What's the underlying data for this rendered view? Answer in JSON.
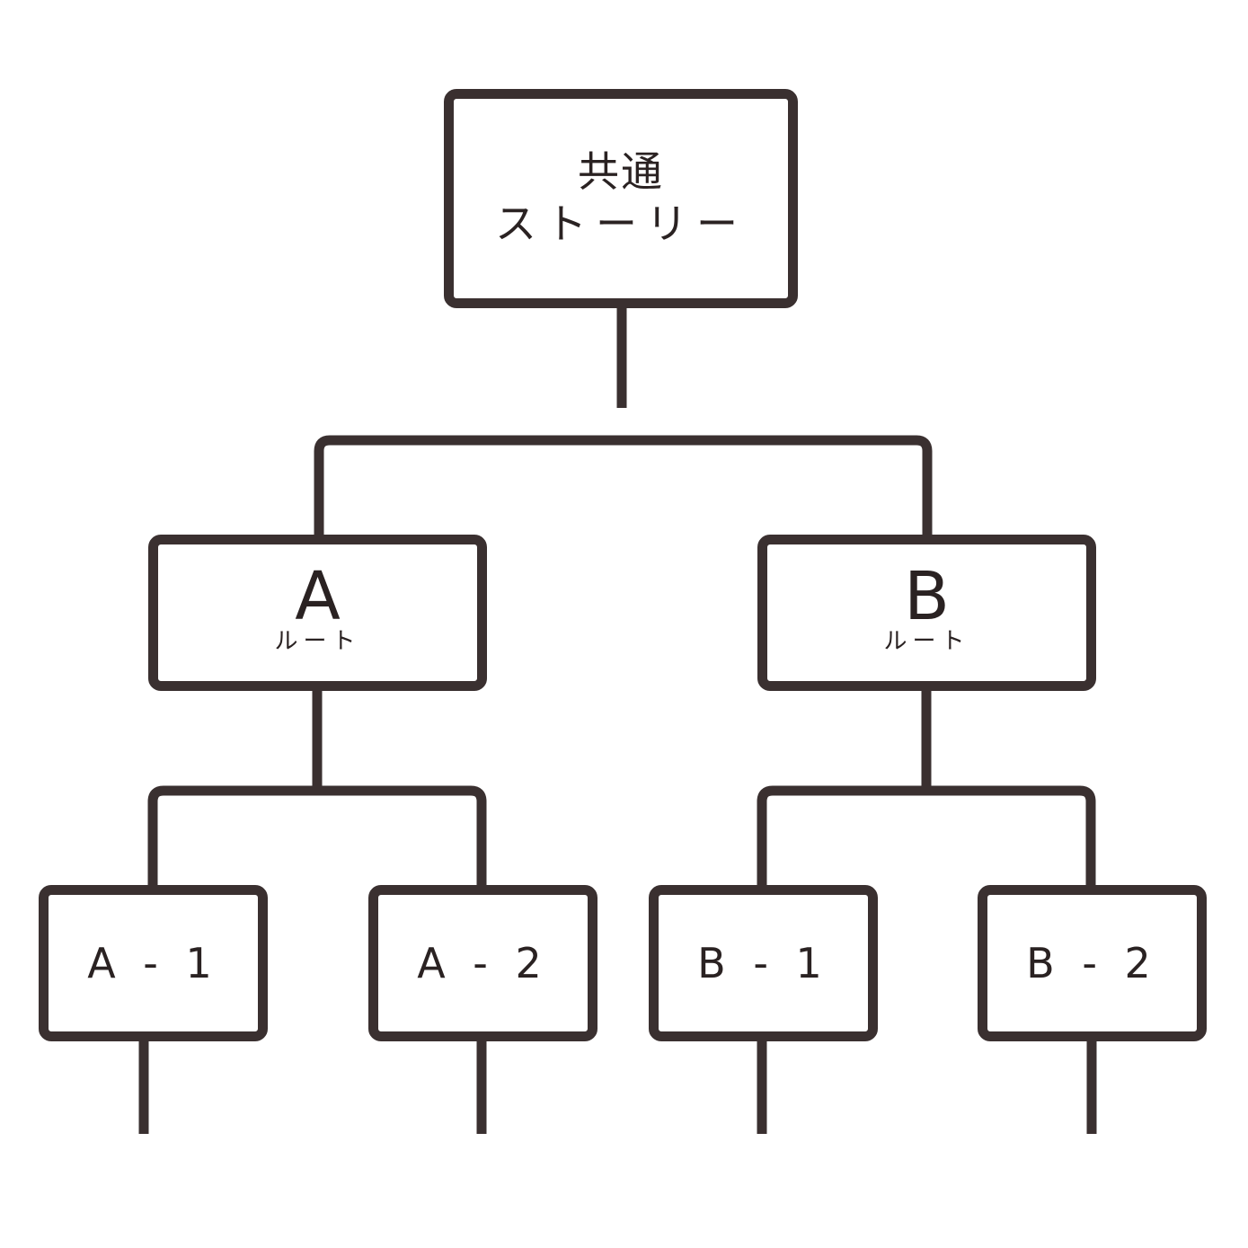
{
  "diagram": {
    "line_color": "#3a3030",
    "root": {
      "line1": "共通",
      "line2": "ストーリー"
    },
    "route_a": {
      "main": "A",
      "sub": "ルート"
    },
    "route_b": {
      "main": "B",
      "sub": "ルート"
    },
    "leaves": {
      "a1": "A - 1",
      "a2": "A - 2",
      "b1": "B - 1",
      "b2": "B - 2"
    }
  }
}
